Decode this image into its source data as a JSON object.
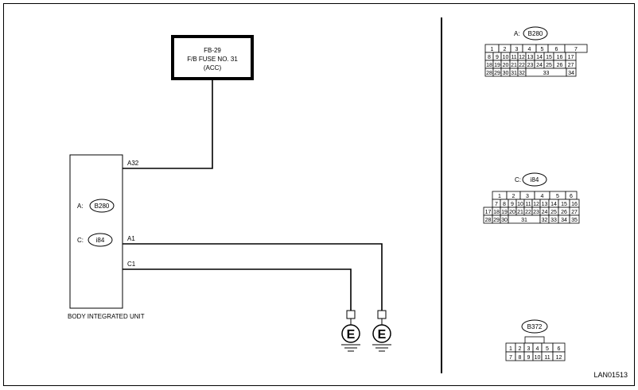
{
  "fuse": {
    "line1": "FB-29",
    "line2": "F/B FUSE NO. 31",
    "line3": "(ACC)"
  },
  "unit": {
    "label": "BODY INTEGRATED UNIT",
    "conn_a_prefix": "A:",
    "conn_a_name": "B280",
    "conn_c_prefix": "C:",
    "conn_c_name": "i84"
  },
  "wires": {
    "a32": "A32",
    "a1": "A1",
    "c1": "C1"
  },
  "ground_symbol": "E",
  "connectors": {
    "b280": {
      "prefix": "A:",
      "name": "B280",
      "rows": [
        [
          "1",
          "2",
          "3",
          "4",
          "5",
          "6",
          "7"
        ],
        [
          "8",
          "9",
          "10",
          "11",
          "12",
          "13",
          "14",
          "15",
          "16",
          "17"
        ],
        [
          "18",
          "19",
          "20",
          "21",
          "22",
          "23",
          "24",
          "25",
          "26",
          "27"
        ],
        [
          "28",
          "29",
          "30",
          "31",
          "32",
          "33",
          "34"
        ]
      ]
    },
    "i84": {
      "prefix": "C:",
      "name": "i84",
      "rows": [
        [
          "1",
          "2",
          "3",
          "4",
          "5",
          "6"
        ],
        [
          "7",
          "8",
          "9",
          "10",
          "11",
          "12",
          "13",
          "14",
          "15",
          "16"
        ],
        [
          "17",
          "18",
          "19",
          "20",
          "21",
          "22",
          "23",
          "24",
          "25",
          "26",
          "27"
        ],
        [
          "28",
          "29",
          "30",
          "31",
          "32",
          "33",
          "34",
          "35"
        ]
      ]
    },
    "b372": {
      "name": "B372",
      "rows": [
        [
          "1",
          "2",
          "3",
          "4",
          "5",
          "6"
        ],
        [
          "7",
          "8",
          "9",
          "10",
          "11",
          "12"
        ]
      ]
    }
  },
  "figure_id": "LAN01513"
}
